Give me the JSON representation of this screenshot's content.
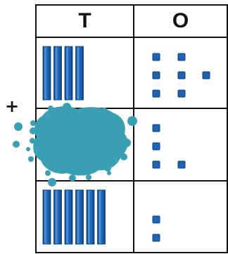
{
  "headers": {
    "tens": "T",
    "ones": "O"
  },
  "operator": "+",
  "rows": [
    {
      "tens": 4,
      "ones": 7,
      "obscured": false
    },
    {
      "tens": null,
      "ones": 4,
      "obscured": true
    },
    {
      "tens": 6,
      "ones": 2,
      "obscured": false
    }
  ],
  "colors": {
    "rod": "#1f63b5",
    "rod_light": "#4a90d9",
    "rod_dark": "#0d3f7a",
    "splash": "#39a0b4",
    "grid": "#111111"
  }
}
